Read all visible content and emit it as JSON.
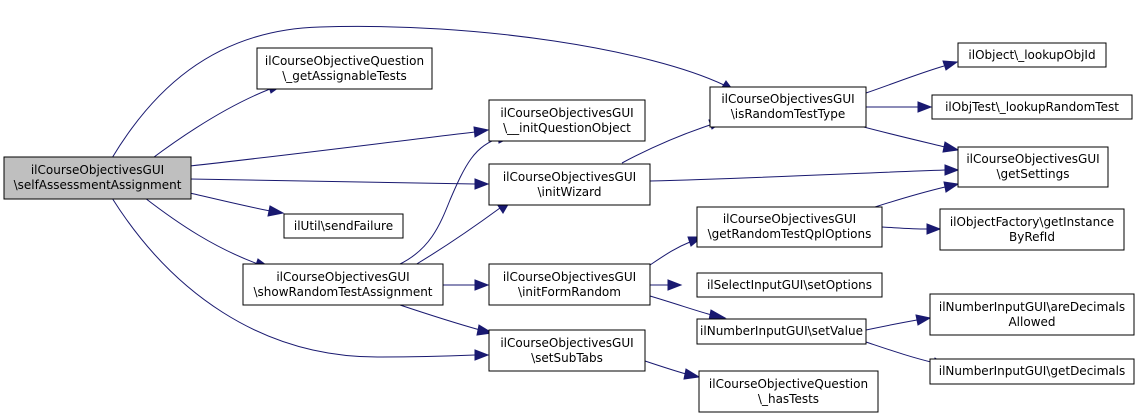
{
  "graph": {
    "colors": {
      "node_fill": "#ffffff",
      "focus_fill": "#bfbfbf",
      "border": "#000000",
      "edge": "#191970"
    },
    "nodes": {
      "n_root": {
        "lines": [
          "ilCourseObjectivesGUI",
          "\\selfAssessmentAssignment"
        ],
        "focus": true
      },
      "n_assign": {
        "lines": [
          "ilCourseObjectiveQuestion",
          "\\_getAssignableTests"
        ]
      },
      "n_initq": {
        "lines": [
          "ilCourseObjectivesGUI",
          "\\__initQuestionObject"
        ]
      },
      "n_initw": {
        "lines": [
          "ilCourseObjectivesGUI",
          "\\initWizard"
        ]
      },
      "n_send": {
        "lines": [
          "ilUtil\\sendFailure"
        ]
      },
      "n_show": {
        "lines": [
          "ilCourseObjectivesGUI",
          "\\showRandomTestAssignment"
        ]
      },
      "n_subtab": {
        "lines": [
          "ilCourseObjectivesGUI",
          "\\setSubTabs"
        ]
      },
      "n_israndom": {
        "lines": [
          "ilCourseObjectivesGUI",
          "\\isRandomTestType"
        ]
      },
      "n_initform": {
        "lines": [
          "ilCourseObjectivesGUI",
          "\\initFormRandom"
        ]
      },
      "n_lookupobj": {
        "lines": [
          "ilObject\\_lookupObjId"
        ]
      },
      "n_lookuprt": {
        "lines": [
          "ilObjTest\\_lookupRandomTest"
        ]
      },
      "n_getsett": {
        "lines": [
          "ilCourseObjectivesGUI",
          "\\getSettings"
        ]
      },
      "n_getrand": {
        "lines": [
          "ilCourseObjectivesGUI",
          "\\getRandomTestQplOptions"
        ]
      },
      "n_factory": {
        "lines": [
          "ilObjectFactory\\getInstance",
          "ByRefId"
        ]
      },
      "n_setopt": {
        "lines": [
          "ilSelectInputGUI\\setOptions"
        ]
      },
      "n_setval": {
        "lines": [
          "ilNumberInputGUI\\setValue"
        ]
      },
      "n_aredec": {
        "lines": [
          "ilNumberInputGUI\\areDecimals",
          "Allowed"
        ]
      },
      "n_getdec": {
        "lines": [
          "ilNumberInputGUI\\getDecimals"
        ]
      },
      "n_hastests": {
        "lines": [
          "ilCourseObjectiveQuestion",
          "\\_hasTests"
        ]
      }
    }
  }
}
